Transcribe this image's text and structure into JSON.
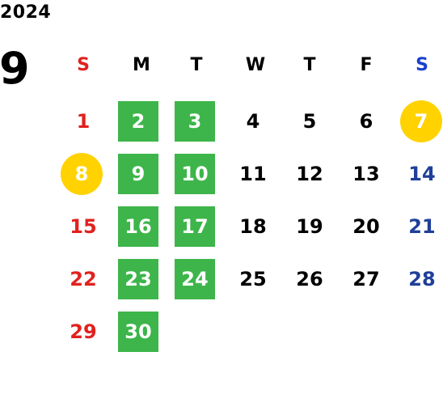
{
  "calendar": {
    "year": "2024",
    "month": "9",
    "weekdays": [
      "S",
      "M",
      "T",
      "W",
      "T",
      "F",
      "S"
    ],
    "days": [
      "1",
      "2",
      "3",
      "4",
      "5",
      "6",
      "7",
      "8",
      "9",
      "10",
      "11",
      "12",
      "13",
      "14",
      "15",
      "16",
      "17",
      "18",
      "19",
      "20",
      "21",
      "22",
      "23",
      "24",
      "25",
      "26",
      "27",
      "28",
      "29",
      "30"
    ]
  },
  "colors": {
    "sunday": "#e0221f",
    "saturday_header": "#1a3fd0",
    "saturday": "#1f3f99",
    "highlight_green": "#3db54a",
    "highlight_yellow": "#ffd200"
  }
}
